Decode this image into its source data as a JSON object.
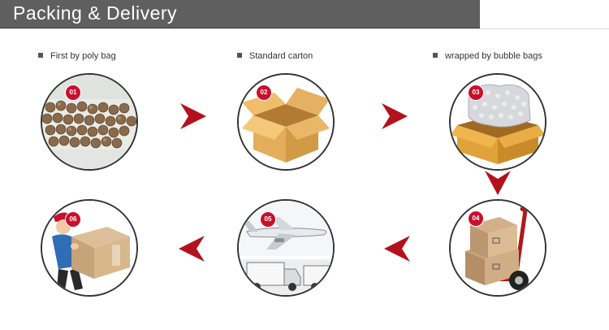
{
  "header": {
    "title": "Packing & Delivery"
  },
  "steps": [
    {
      "badge": "01",
      "caption": "First by poly bag",
      "icon": "poly-bag-beads"
    },
    {
      "badge": "02",
      "caption": "Standard carton",
      "icon": "open-carton-box"
    },
    {
      "badge": "03",
      "caption": "wrapped by bubble bags",
      "icon": "bubble-bag-in-box"
    },
    {
      "badge": "04",
      "caption": "",
      "icon": "hand-truck-boxes"
    },
    {
      "badge": "05",
      "caption": "",
      "icon": "airplane-and-truck"
    },
    {
      "badge": "06",
      "caption": "",
      "icon": "delivery-man-with-box"
    }
  ],
  "colors": {
    "header_bg": "#5f5f5f",
    "accent": "#c8102e",
    "arrow": "#b3121c"
  }
}
